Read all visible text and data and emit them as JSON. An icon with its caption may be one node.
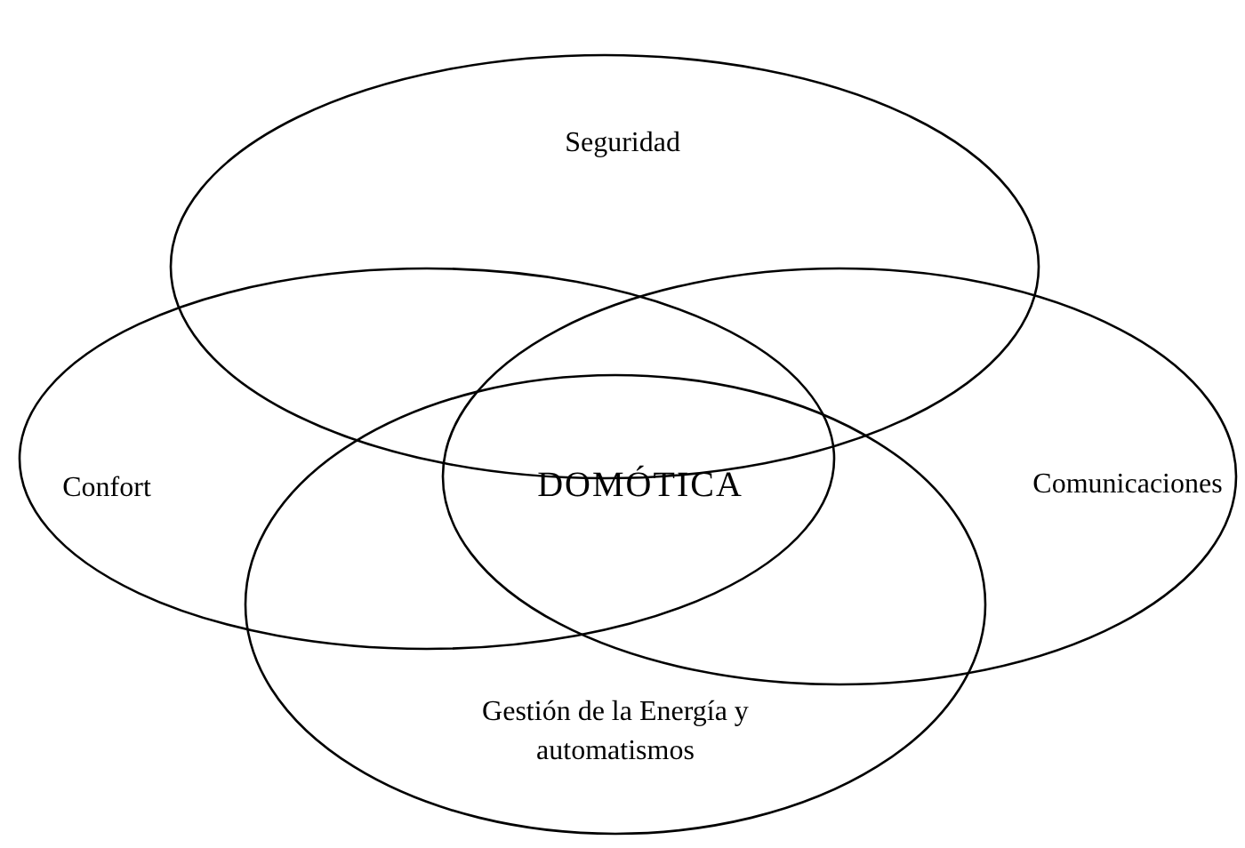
{
  "diagram": {
    "nodes": [
      {
        "text": [
          "Seguridad"
        ]
      },
      {
        "text": [
          "Confort"
        ]
      },
      {
        "text": [
          "Comunicaciones"
        ]
      },
      {
        "text": [
          "Gestión de la Energía y automatismos"
        ]
      }
    ],
    "labels": [
      "DOMÓTICA"
    ]
  }
}
